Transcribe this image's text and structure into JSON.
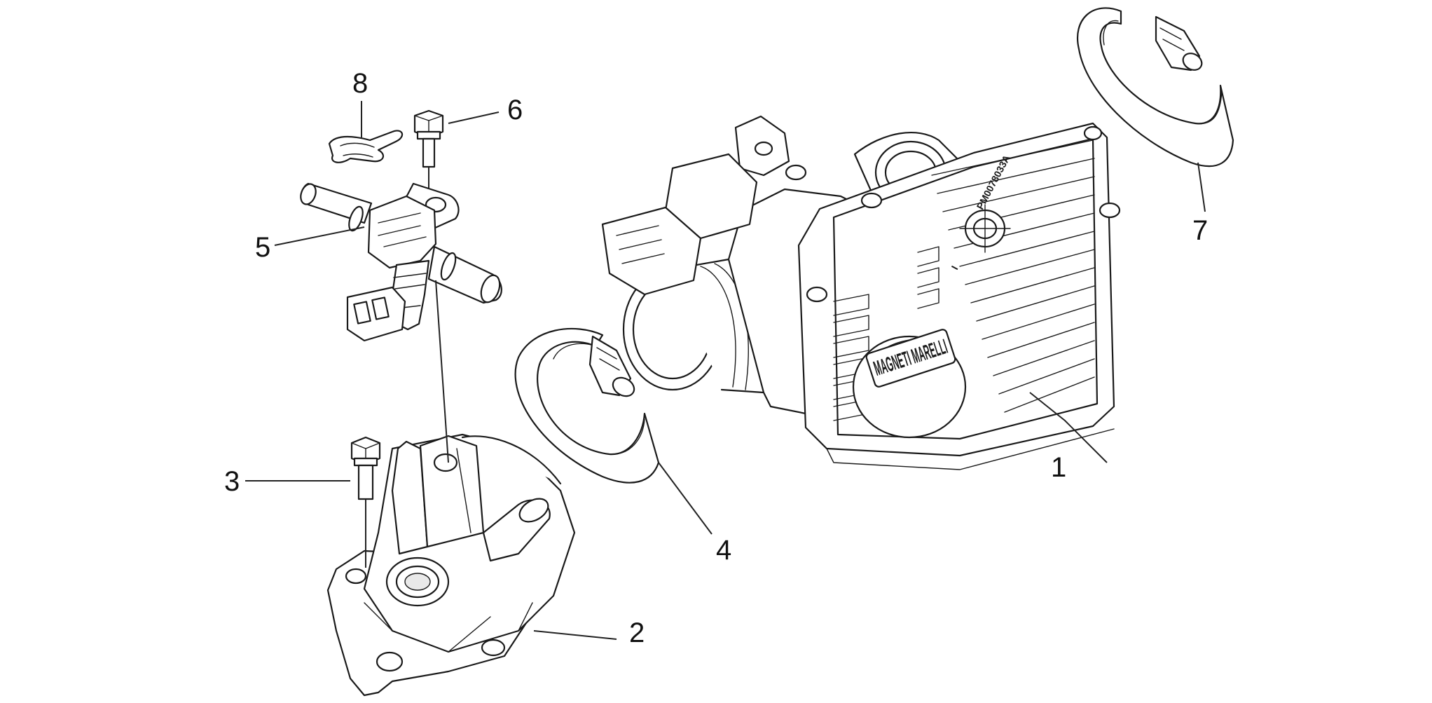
{
  "callouts": [
    {
      "id": "1",
      "label": "1"
    },
    {
      "id": "2",
      "label": "2"
    },
    {
      "id": "3",
      "label": "3"
    },
    {
      "id": "4",
      "label": "4"
    },
    {
      "id": "5",
      "label": "5"
    },
    {
      "id": "6",
      "label": "6"
    },
    {
      "id": "7",
      "label": "7"
    },
    {
      "id": "8",
      "label": "8"
    }
  ],
  "markings": {
    "brand_logo": "MAGNETI MARELLI",
    "part_code": "PM0078033A",
    "mark_i": "I"
  },
  "colors": {
    "line": "#1a1a1a",
    "background": "#ffffff"
  }
}
